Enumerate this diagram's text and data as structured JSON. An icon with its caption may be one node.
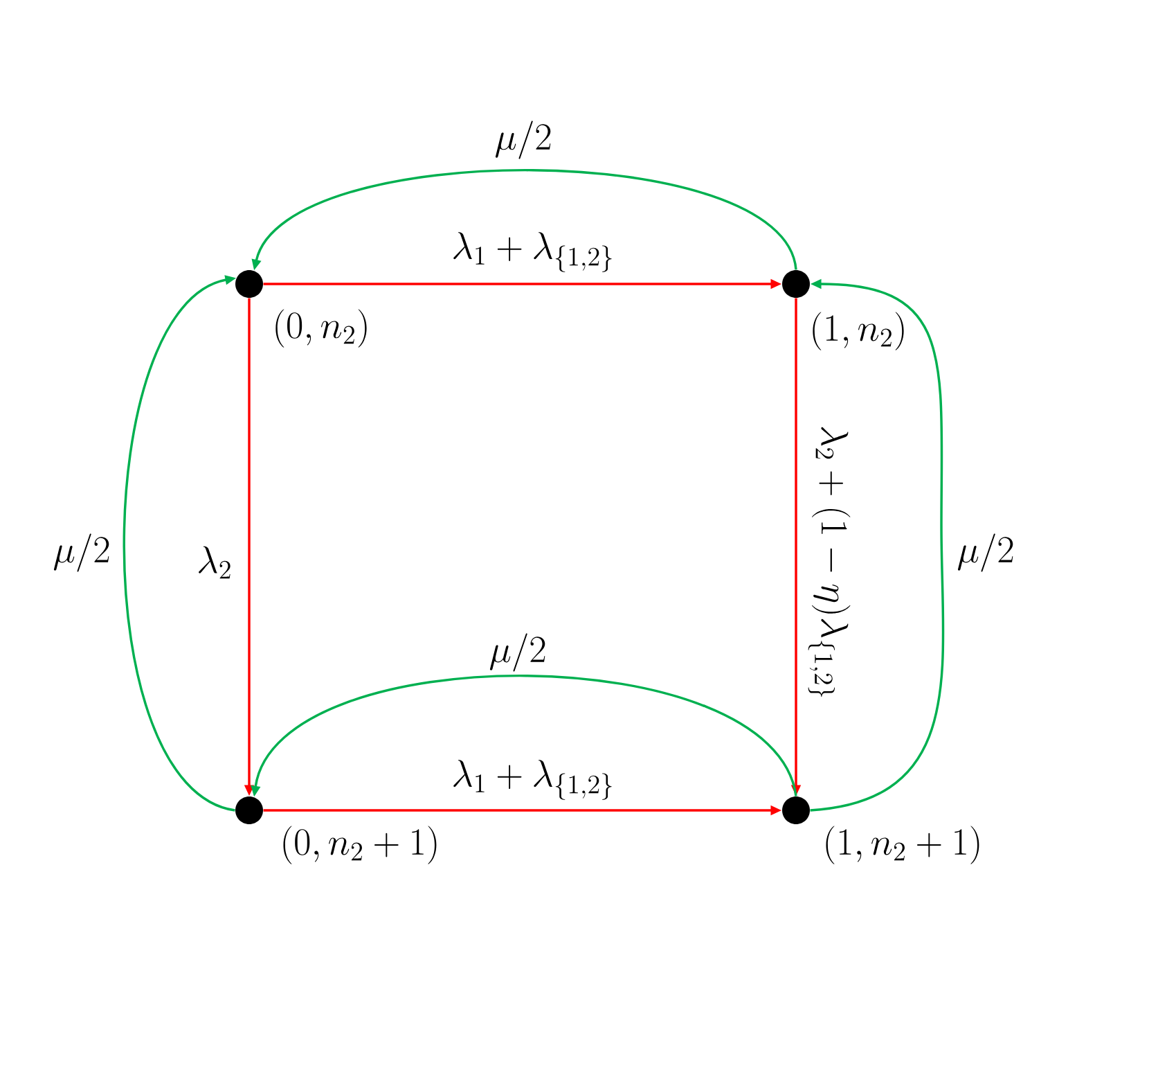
{
  "diagram": {
    "nodes": [
      {
        "text": [],
        "shape": "circle",
        "beside": [
          "(0,n_2)"
        ]
      },
      {
        "text": [],
        "shape": "circle",
        "beside": [
          "(1,n_2)"
        ]
      },
      {
        "text": [],
        "shape": "circle",
        "beside": [
          "(0,n_2+1)"
        ]
      },
      {
        "text": [],
        "shape": "circle",
        "beside": [
          "(1,n_2+1)"
        ]
      }
    ],
    "edges": [
      {
        "from": 0,
        "to": 1,
        "arrow": "to",
        "label": "\\lambda_1+\\lambda_{\\{1,2\\}}",
        "color": "#ff0000"
      },
      {
        "from": 1,
        "to": 3,
        "arrow": "to",
        "label": "\\lambda_2+(1-\\eta)\\lambda_{\\{1,2\\}}",
        "color": "#ff0000"
      },
      {
        "from": 0,
        "to": 2,
        "arrow": "to",
        "label": "\\lambda_2",
        "color": "#ff0000"
      },
      {
        "from": 2,
        "to": 3,
        "arrow": "to",
        "label": "\\lambda_1+\\lambda_{\\{1,2\\}}",
        "color": "#ff0000"
      },
      {
        "from": 1,
        "to": 0,
        "arrow": "to",
        "label": "\\mu/2",
        "color": "#00b050"
      },
      {
        "from": 2,
        "to": 0,
        "arrow": "to",
        "label": "\\mu/2",
        "color": "#00b050"
      },
      {
        "from": 3,
        "to": 1,
        "arrow": "to",
        "label": "\\mu/2",
        "color": "#00b050"
      },
      {
        "from": 3,
        "to": 2,
        "arrow": "to",
        "label": "\\mu/2",
        "color": "#00b050"
      }
    ]
  }
}
